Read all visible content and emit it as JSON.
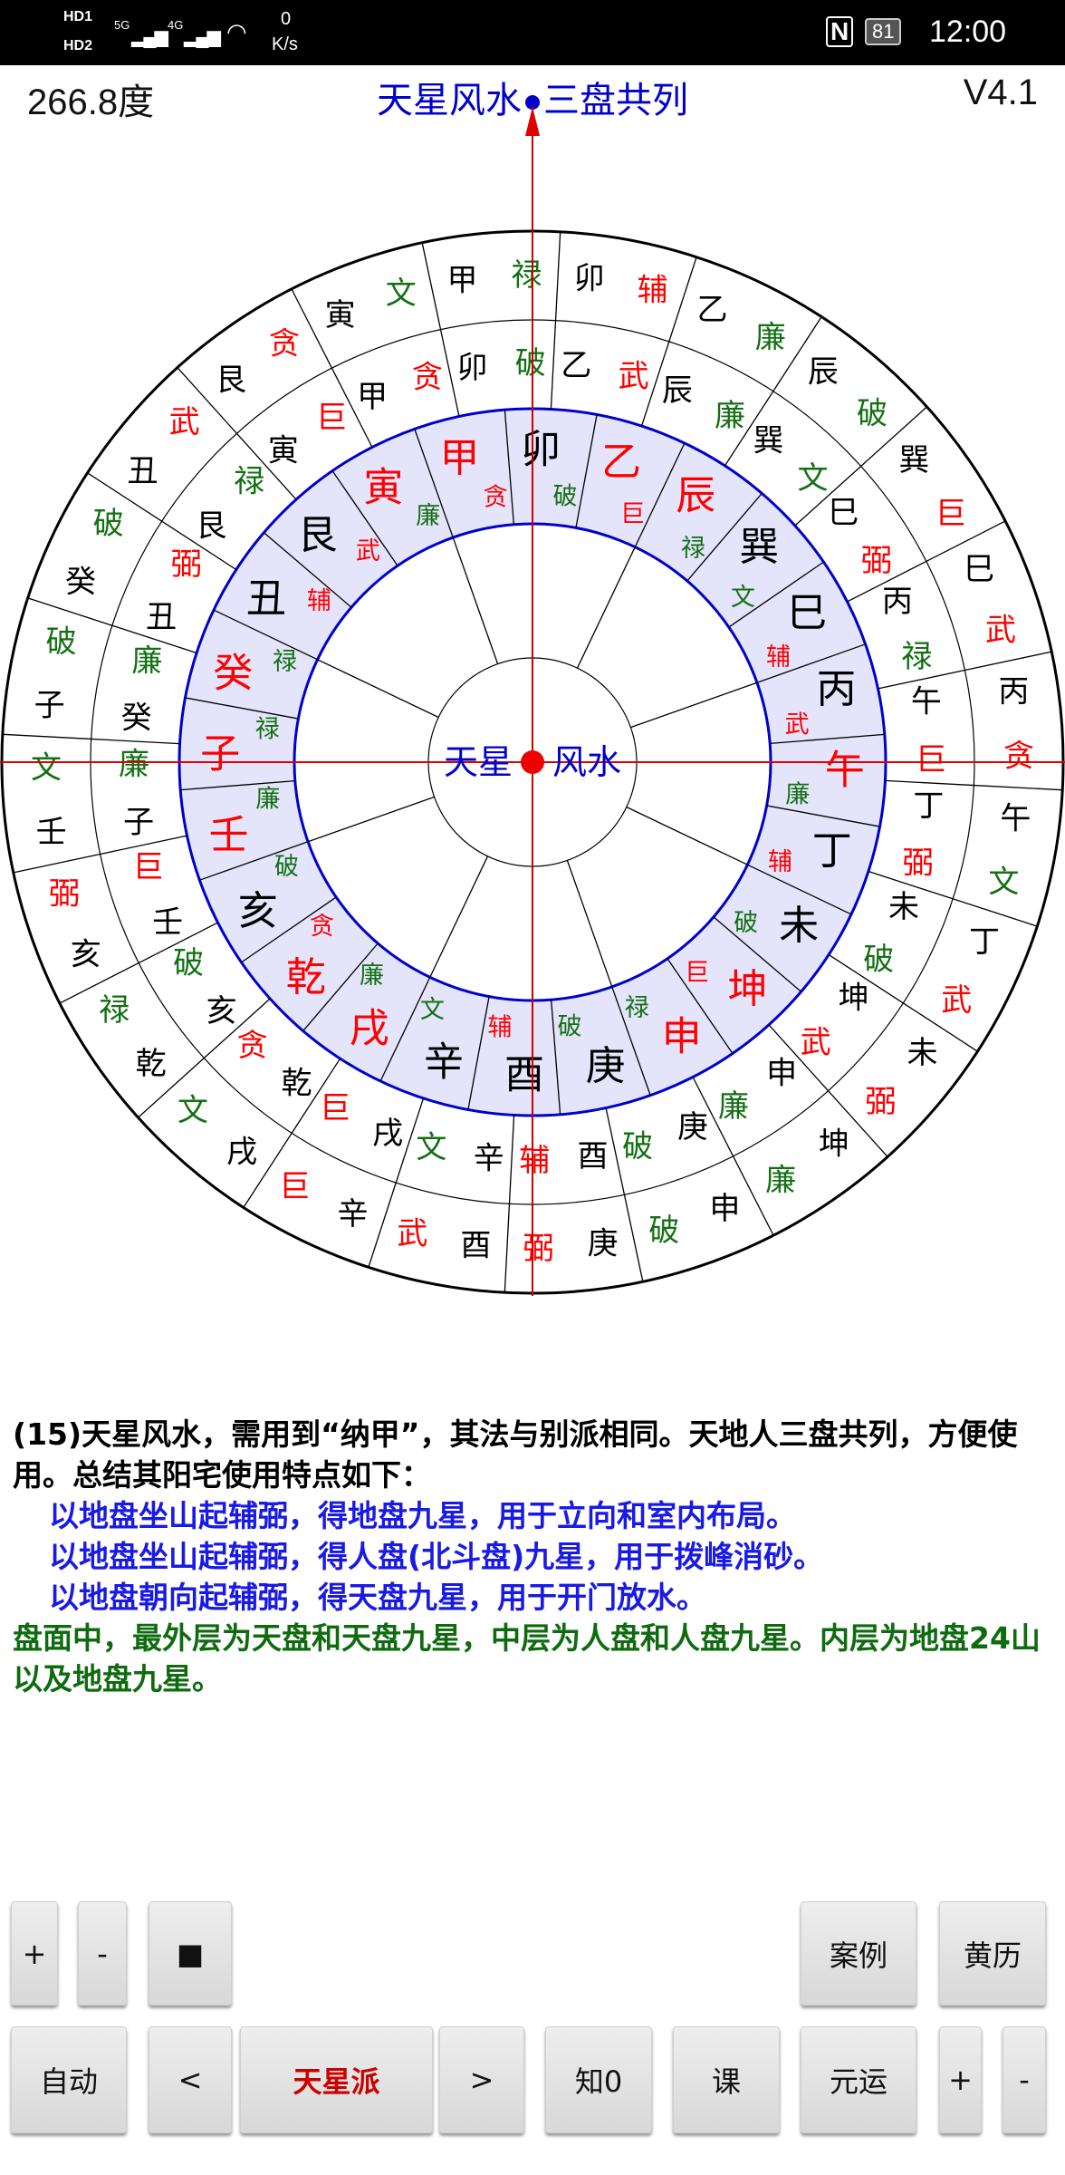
{
  "status_bar": {
    "hd1": "HD1",
    "hd2": "HD2",
    "sig1": "5G",
    "sig2": "4G",
    "net_speed_value": "0",
    "net_speed_unit": "K/s",
    "nfc": "N",
    "battery": "81",
    "time": "12:00"
  },
  "header": {
    "degree": "266.8度",
    "title_left": "天星风水",
    "title_right": "三盘共列",
    "version": "V4.1"
  },
  "compass": {
    "center_left": "天星",
    "center_right": "风水",
    "colors": {
      "red": "#ff0000",
      "green": "#137013",
      "black": "#000000",
      "blue": "#0000cc",
      "ring_fill": "#e4e4fa"
    },
    "red_stars": [
      "贪",
      "巨",
      "武",
      "辅",
      "弼"
    ],
    "outer_ring": [
      {
        "m": "卯",
        "s": "辅"
      },
      {
        "m": "乙",
        "s": "廉"
      },
      {
        "m": "辰",
        "s": "破"
      },
      {
        "m": "巽",
        "s": "巨"
      },
      {
        "m": "巳",
        "s": "武"
      },
      {
        "m": "丙",
        "s": "贪"
      },
      {
        "m": "午",
        "s": "文"
      },
      {
        "m": "丁",
        "s": "武"
      },
      {
        "m": "未",
        "s": "弼"
      },
      {
        "m": "坤",
        "s": "廉"
      },
      {
        "m": "申",
        "s": "破"
      },
      {
        "m": "庚",
        "s": "弼"
      },
      {
        "m": "酉",
        "s": "武"
      },
      {
        "m": "辛",
        "s": "巨"
      },
      {
        "m": "戌",
        "s": "文"
      },
      {
        "m": "乾",
        "s": "禄"
      },
      {
        "m": "亥",
        "s": "弼"
      },
      {
        "m": "壬",
        "s": "文"
      },
      {
        "m": "子",
        "s": "破"
      },
      {
        "m": "癸",
        "s": "破"
      },
      {
        "m": "丑",
        "s": "武"
      },
      {
        "m": "艮",
        "s": "贪"
      },
      {
        "m": "寅",
        "s": "文"
      },
      {
        "m": "甲",
        "s": "禄"
      }
    ],
    "middle_ring": [
      {
        "m": "卯",
        "s": "破"
      },
      {
        "m": "乙",
        "s": "武"
      },
      {
        "m": "辰",
        "s": "廉"
      },
      {
        "m": "巽",
        "s": "文"
      },
      {
        "m": "巳",
        "s": "弼"
      },
      {
        "m": "丙",
        "s": "禄"
      },
      {
        "m": "午",
        "s": "巨"
      },
      {
        "m": "丁",
        "s": "弼"
      },
      {
        "m": "未",
        "s": "破"
      },
      {
        "m": "坤",
        "s": "武"
      },
      {
        "m": "申",
        "s": "廉"
      },
      {
        "m": "庚",
        "s": "破"
      },
      {
        "m": "酉",
        "s": "辅"
      },
      {
        "m": "辛",
        "s": "文"
      },
      {
        "m": "戌",
        "s": "巨"
      },
      {
        "m": "乾",
        "s": "贪"
      },
      {
        "m": "亥",
        "s": "破"
      },
      {
        "m": "壬",
        "s": "巨"
      },
      {
        "m": "子",
        "s": "廉"
      },
      {
        "m": "癸",
        "s": "廉"
      },
      {
        "m": "丑",
        "s": "弼"
      },
      {
        "m": "艮",
        "s": "禄"
      },
      {
        "m": "寅",
        "s": "巨"
      },
      {
        "m": "甲",
        "s": "贪"
      }
    ],
    "inner_ring": [
      {
        "m": "卯",
        "s": "破",
        "red": false
      },
      {
        "m": "乙",
        "s": "巨",
        "red": true
      },
      {
        "m": "辰",
        "s": "禄",
        "red": true
      },
      {
        "m": "巽",
        "s": "文",
        "red": false
      },
      {
        "m": "巳",
        "s": "辅",
        "red": false
      },
      {
        "m": "丙",
        "s": "武",
        "red": false
      },
      {
        "m": "午",
        "s": "廉",
        "red": true
      },
      {
        "m": "丁",
        "s": "辅",
        "red": false
      },
      {
        "m": "未",
        "s": "破",
        "red": false
      },
      {
        "m": "坤",
        "s": "巨",
        "red": true
      },
      {
        "m": "申",
        "s": "禄",
        "red": true
      },
      {
        "m": "庚",
        "s": "破",
        "red": false
      },
      {
        "m": "酉",
        "s": "辅",
        "red": false
      },
      {
        "m": "辛",
        "s": "文",
        "red": false
      },
      {
        "m": "戌",
        "s": "廉",
        "red": true
      },
      {
        "m": "乾",
        "s": "贪",
        "red": true
      },
      {
        "m": "亥",
        "s": "破",
        "red": false
      },
      {
        "m": "壬",
        "s": "廉",
        "red": true
      },
      {
        "m": "子",
        "s": "禄",
        "red": true
      },
      {
        "m": "癸",
        "s": "禄",
        "red": true
      },
      {
        "m": "丑",
        "s": "辅",
        "red": false
      },
      {
        "m": "艮",
        "s": "武",
        "red": false
      },
      {
        "m": "寅",
        "s": "廉",
        "red": true
      },
      {
        "m": "甲",
        "s": "贪",
        "red": true
      }
    ]
  },
  "description": {
    "line1": "(15)天星风水，需用到“纳甲”，其法与别派相同。天地人三盘共列，方便使用。总结其阳宅使用特点如下：",
    "item1": "以地盘坐山起辅弼，得地盘九星，用于立向和室内布局。",
    "item2": "以地盘坐山起辅弼，得人盘(北斗盘)九星，用于拨峰消砂。",
    "item3": "以地盘朝向起辅弼，得天盘九星，用于开门放水。",
    "summary": "盘面中，最外层为天盘和天盘九星，中层为人盘和人盘九星。内层为地盘24山以及地盘九星。"
  },
  "buttons": {
    "plus_top": "+",
    "minus_top": "-",
    "stop": "■",
    "cases": "案例",
    "almanac": "黄历",
    "auto": "自动",
    "prev": "<",
    "school": "天星派",
    "next": ">",
    "zhi": "知0",
    "lesson": "课",
    "yuanyun": "元运",
    "plus_bottom": "+",
    "minus_bottom": "-"
  }
}
